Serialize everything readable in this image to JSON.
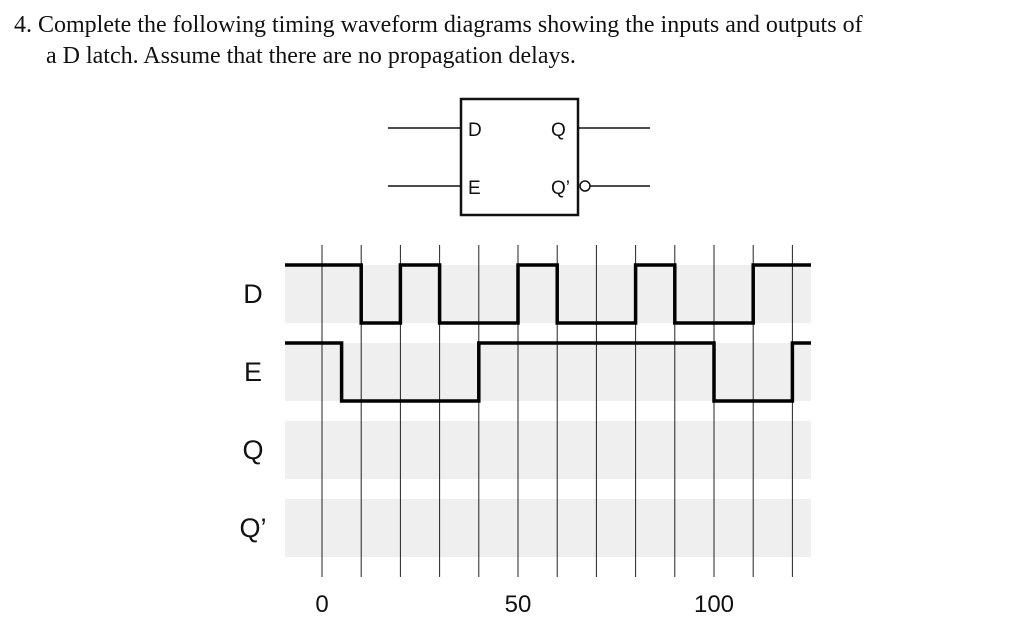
{
  "question": {
    "number": "4.",
    "text_line1": "Complete the following timing waveform diagrams showing the inputs and outputs of",
    "text_line2": "a D latch. Assume that there are no propagation delays."
  },
  "latch": {
    "pins": {
      "d": "D",
      "e": "E",
      "q": "Q",
      "q_bar": "Q’"
    }
  },
  "timing": {
    "signal_labels": {
      "d": "D",
      "e": "E",
      "q": "Q",
      "q_bar": "Q’"
    },
    "x_ticks": [
      "0",
      "50",
      "100"
    ],
    "grid_times": [
      0,
      10,
      20,
      30,
      40,
      50,
      60,
      70,
      80,
      90,
      100,
      110,
      120
    ],
    "time_range": [
      -10,
      125
    ],
    "waveforms": {
      "d": [
        [
          -10,
          1
        ],
        [
          10,
          0
        ],
        [
          20,
          1
        ],
        [
          30,
          0
        ],
        [
          50,
          1
        ],
        [
          60,
          0
        ],
        [
          80,
          1
        ],
        [
          90,
          0
        ],
        [
          110,
          1
        ],
        [
          125,
          1
        ]
      ],
      "e": [
        [
          -10,
          1
        ],
        [
          5,
          0
        ],
        [
          40,
          1
        ],
        [
          100,
          0
        ],
        [
          120,
          1
        ],
        [
          125,
          1
        ]
      ]
    }
  }
}
